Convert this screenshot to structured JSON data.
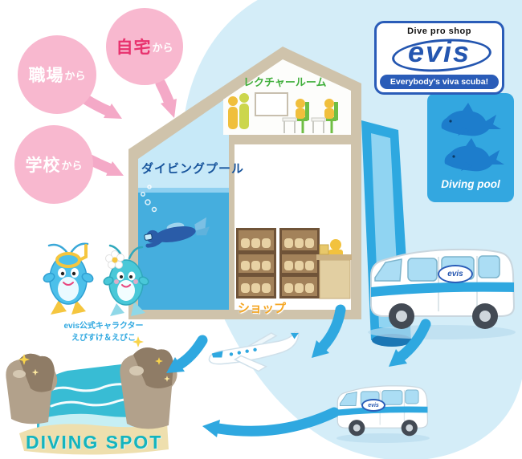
{
  "origins": {
    "workplace": {
      "label": "職場",
      "suffix": "から"
    },
    "home": {
      "label": "自宅",
      "suffix": "から"
    },
    "school": {
      "label": "学校",
      "suffix": "から"
    }
  },
  "building": {
    "lecture_room_label": "レクチャールーム",
    "pool_label": "ダイビングプール",
    "shop_label": "ショップ"
  },
  "logo": {
    "shop_type": "Dive pro shop",
    "brand": "evis",
    "slogan": "Everybody's viva scuba!"
  },
  "pool_banner": {
    "label": "Diving pool"
  },
  "vehicles": {
    "logo_label": "evis"
  },
  "mascots": {
    "caption_line1": "evis公式キャラクター",
    "caption_line2": "えびすけ＆えびこ"
  },
  "diving_spot": {
    "label": "DIVING SPOT"
  },
  "colors": {
    "background_blob": "#d4edf8",
    "accent_blue": "#2fa8e0",
    "logo_blue": "#2a5cb8",
    "bubble_pink": "#f8b8cf",
    "home_text_pink": "#e8326e",
    "pool_water_blue": "#45aede",
    "building_tan": "#cfc3ab",
    "lecture_green": "#3fae3a",
    "shop_orange": "#f5a623",
    "spot_teal": "#14b4be",
    "sand": "#eedfae",
    "rock_brown": "#b2a18b"
  }
}
